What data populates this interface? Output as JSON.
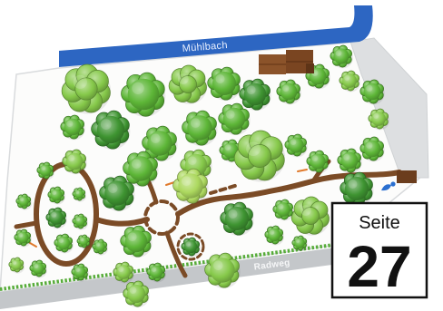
{
  "map": {
    "stream": {
      "label": "Mühlbach",
      "color": "#2d66c2"
    },
    "bike_path": {
      "label": "Radweg",
      "color": "#c4c7ca"
    },
    "path_color": "#7b4b26",
    "hedge_color": "#57ac3a",
    "tree_colors": [
      "#3e9431",
      "#5db637",
      "#86c94a",
      "#acd85e"
    ],
    "icons": [
      "building-icon",
      "blue-sign-icon"
    ]
  },
  "page_badge": {
    "label": "Seite",
    "number": "27"
  }
}
